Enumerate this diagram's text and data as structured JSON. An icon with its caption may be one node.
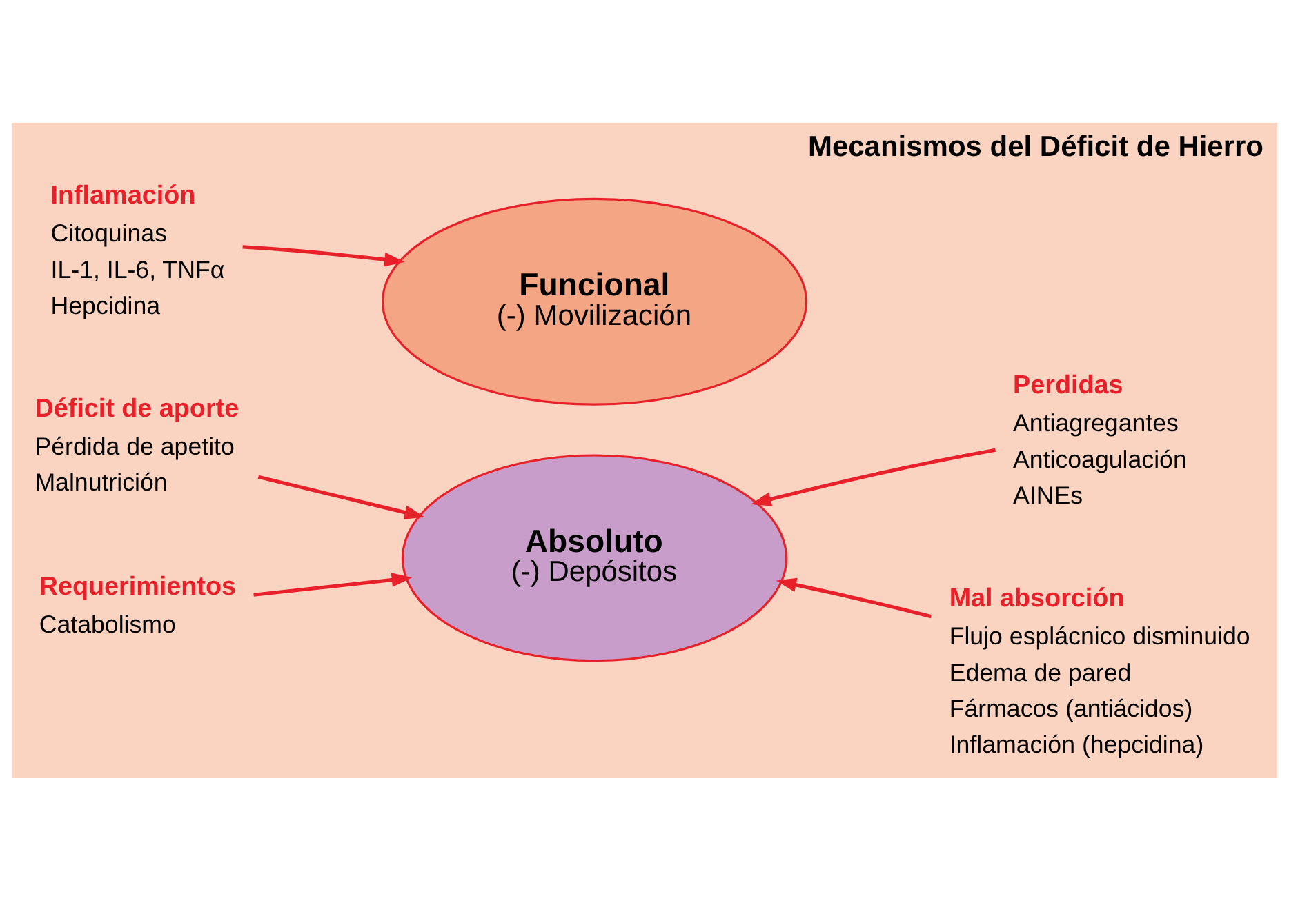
{
  "diagram": {
    "title": "Mecanismos del Déficit de Hierro",
    "nodes": [
      {
        "text": [
          "Funcional",
          "(-) Movilización"
        ]
      },
      {
        "text": [
          "Absoluto",
          "(-) Depósitos"
        ]
      },
      {
        "text": [
          "Inflamación",
          "Citoquinas",
          "IL-1, IL-6, TNFα",
          "Hepcidina"
        ]
      },
      {
        "text": [
          "Perdidas",
          "Antiagregantes",
          "Anticoagulación",
          "AINEs"
        ]
      },
      {
        "text": [
          "Requerimientos",
          "Catabolismo"
        ]
      },
      {
        "text": [
          "Mal absorción",
          "Flujo esplácnico disminuido",
          "Edema de pared",
          "Fármacos (antiácidos)",
          "Inflamación (hepcidina)"
        ]
      },
      {
        "text": [
          "Déficit de aporte",
          "Pérdida de apetito",
          "Malnutrición"
        ]
      }
    ],
    "edges": [
      {
        "from": 2,
        "to": 0,
        "arrow": "to"
      },
      {
        "from": 3,
        "to": 1,
        "arrow": "to"
      },
      {
        "from": 4,
        "to": 1,
        "arrow": "to"
      },
      {
        "from": 5,
        "to": 1,
        "arrow": "to"
      },
      {
        "from": 6,
        "to": 1,
        "arrow": "to"
      }
    ]
  }
}
